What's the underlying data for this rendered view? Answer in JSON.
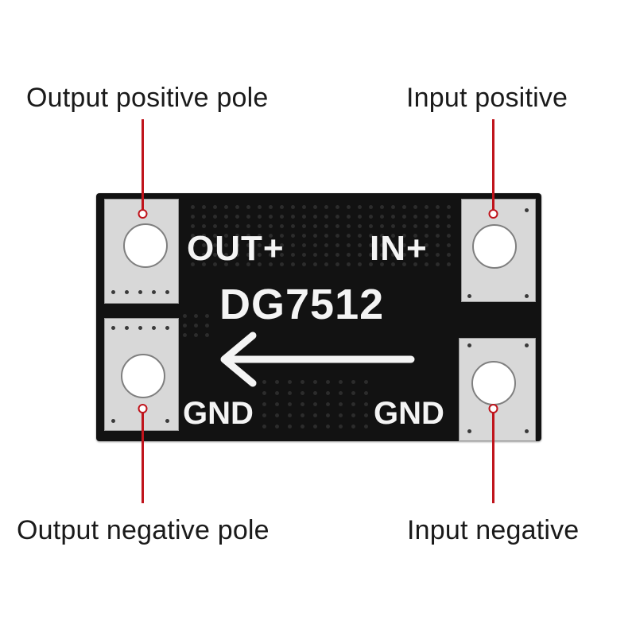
{
  "callouts": {
    "output_positive": "Output positive pole",
    "input_positive": "Input positive",
    "output_negative": "Output negative pole",
    "input_negative": "Input negative"
  },
  "board": {
    "model": "DG7512",
    "label_out_plus": "OUT+",
    "label_in_plus": "IN+",
    "label_gnd_left": "GND",
    "label_gnd_right": "GND",
    "arrow_icon": "left-arrow-icon"
  },
  "colors": {
    "leader_line": "#c0141c",
    "pcb": "#121212",
    "pad": "#d8d8d8",
    "silkscreen": "#f4f4f4"
  }
}
